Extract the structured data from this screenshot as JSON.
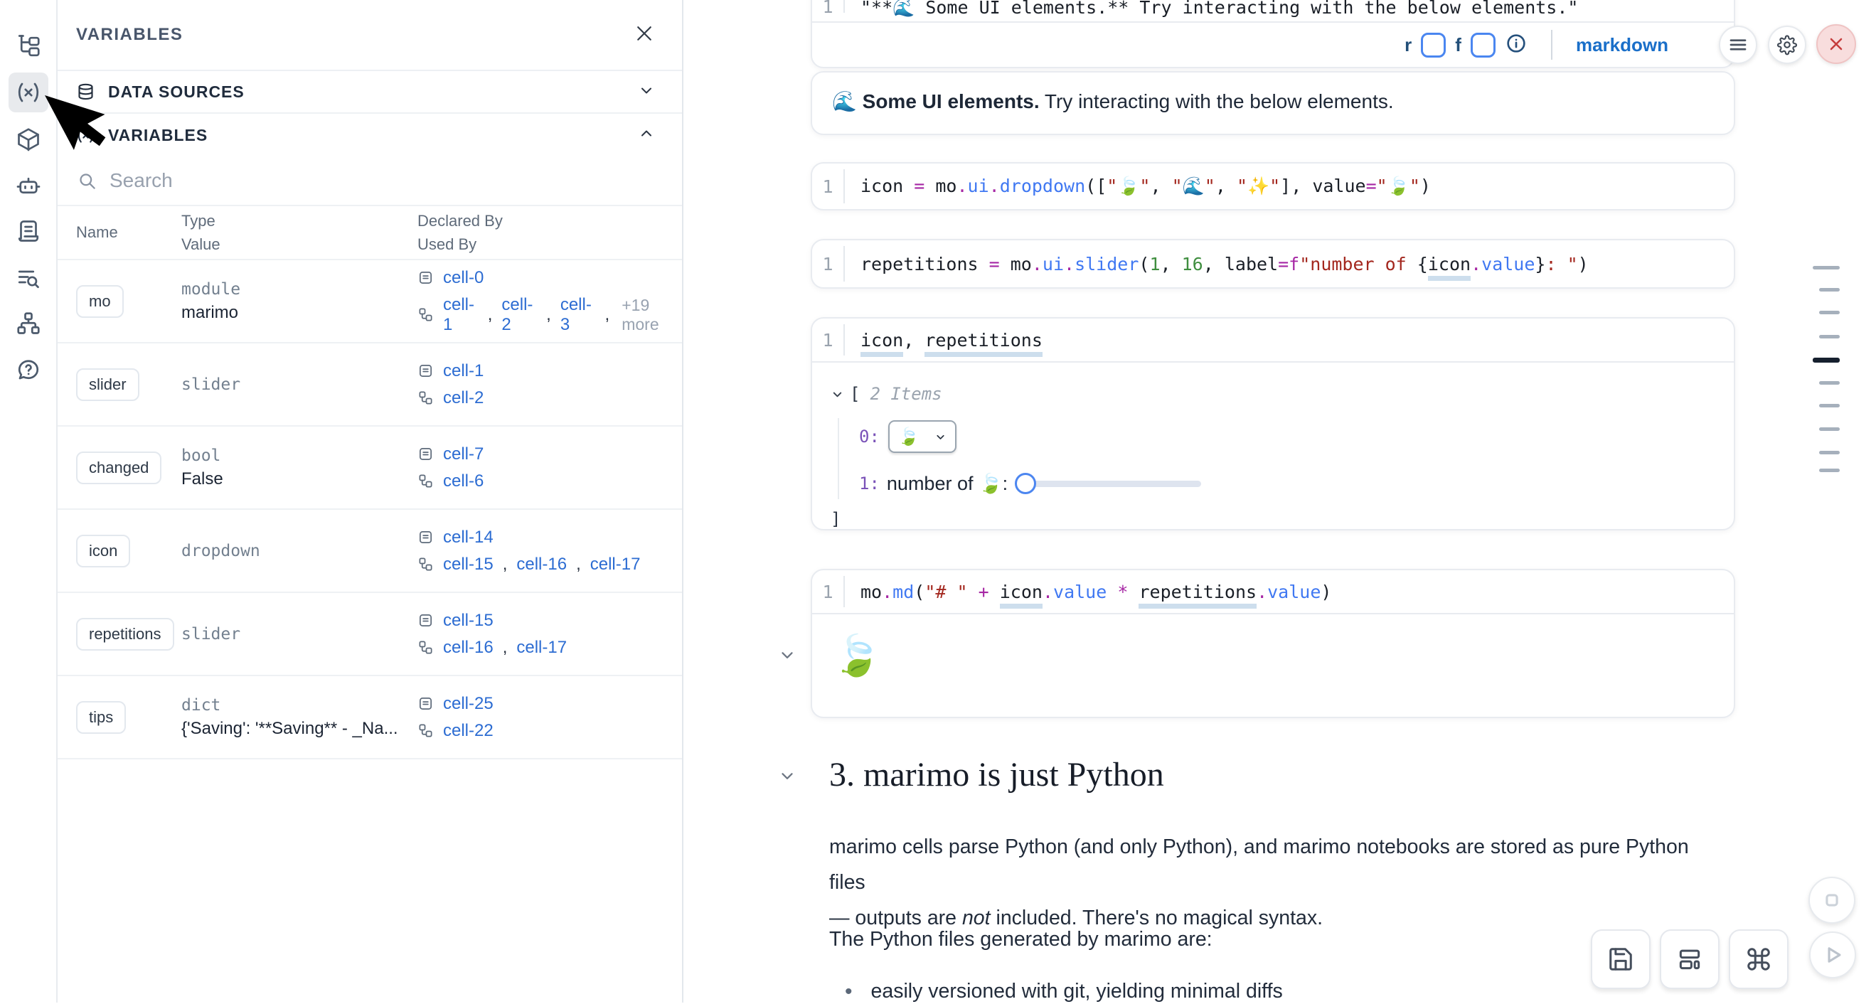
{
  "colors": {
    "accent_blue": "#2c6cd2",
    "code_keyword": "#a626a4",
    "code_function": "#4078f2",
    "code_number": "#3f8e3f",
    "code_string": "#a3271e",
    "underline_highlight": "#cddeed",
    "danger_red": "#c63d3d",
    "minimap_active": "#16202e"
  },
  "rail": {
    "items": [
      "file-tree",
      "variables",
      "package",
      "ai-assistant",
      "logs",
      "outline-search",
      "dependency-graph",
      "help"
    ],
    "active_index": 1
  },
  "panel": {
    "title": "VARIABLES",
    "sections": [
      {
        "label": "DATA SOURCES",
        "icon": "database",
        "state": "collapsed"
      },
      {
        "label": "VARIABLES",
        "icon": "variables-paren",
        "state": "expanded"
      }
    ],
    "search_placeholder": "Search",
    "table": {
      "headers": {
        "name": "Name",
        "type": "Type",
        "value": "Value",
        "declared": "Declared By",
        "used": "Used By"
      },
      "rows": [
        {
          "name": "mo",
          "type": "module",
          "value": "marimo",
          "declared": [
            "cell-0"
          ],
          "used": [
            "cell-1",
            "cell-2",
            "cell-3"
          ],
          "used_more": "+19 more"
        },
        {
          "name": "slider",
          "type": "slider",
          "value": "",
          "declared": [
            "cell-1"
          ],
          "used": [
            "cell-2"
          ],
          "used_more": ""
        },
        {
          "name": "changed",
          "type": "bool",
          "value": "False",
          "declared": [
            "cell-7"
          ],
          "used": [
            "cell-6"
          ],
          "used_more": ""
        },
        {
          "name": "icon",
          "type": "dropdown",
          "value": "",
          "declared": [
            "cell-14"
          ],
          "used": [
            "cell-15",
            "cell-16",
            "cell-17"
          ],
          "used_more": ""
        },
        {
          "name": "repetitions",
          "type": "slider",
          "value": "",
          "declared": [
            "cell-15"
          ],
          "used": [
            "cell-16",
            "cell-17"
          ],
          "used_more": ""
        },
        {
          "name": "tips",
          "type": "dict",
          "value": "{'Saving': '**Saving** - _Na...",
          "declared": [
            "cell-25"
          ],
          "used": [
            "cell-22"
          ],
          "used_more": ""
        }
      ]
    }
  },
  "toolbar": {
    "menu_icon": "hamburger",
    "settings_icon": "gear",
    "shutdown_icon": "close-x"
  },
  "notebook": {
    "partial_cell": {
      "line_no": "1",
      "tokens": [
        {
          "t": "\"**🌊 Some UI elements.** Try interacting with the below elements.\"",
          "c": "p"
        }
      ]
    },
    "footer": {
      "r": "r",
      "f": "f",
      "language": "markdown"
    },
    "md1": {
      "bold": "🌊 Some UI elements.",
      "rest": " Try interacting with the below elements."
    },
    "code_dropdown": {
      "line_no": "1",
      "tokens": [
        {
          "t": "icon ",
          "c": "p"
        },
        {
          "t": "=",
          "c": "k"
        },
        {
          "t": " mo",
          "c": "p"
        },
        {
          "t": ".",
          "c": "k"
        },
        {
          "t": "ui",
          "c": "f"
        },
        {
          "t": ".",
          "c": "k"
        },
        {
          "t": "dropdown",
          "c": "f"
        },
        {
          "t": "([",
          "c": "p"
        },
        {
          "t": "\"🍃\"",
          "c": "s"
        },
        {
          "t": ", ",
          "c": "p"
        },
        {
          "t": "\"🌊\"",
          "c": "s"
        },
        {
          "t": ", ",
          "c": "p"
        },
        {
          "t": "\"✨\"",
          "c": "s"
        },
        {
          "t": "], value",
          "c": "p"
        },
        {
          "t": "=",
          "c": "k"
        },
        {
          "t": "\"🍃\"",
          "c": "s"
        },
        {
          "t": ")",
          "c": "p"
        }
      ]
    },
    "code_slider": {
      "line_no": "1",
      "tokens": [
        {
          "t": "repetitions ",
          "c": "p"
        },
        {
          "t": "=",
          "c": "k"
        },
        {
          "t": " mo",
          "c": "p"
        },
        {
          "t": ".",
          "c": "k"
        },
        {
          "t": "ui",
          "c": "f"
        },
        {
          "t": ".",
          "c": "k"
        },
        {
          "t": "slider",
          "c": "f"
        },
        {
          "t": "(",
          "c": "p"
        },
        {
          "t": "1",
          "c": "n"
        },
        {
          "t": ", ",
          "c": "p"
        },
        {
          "t": "16",
          "c": "n"
        },
        {
          "t": ", label",
          "c": "p"
        },
        {
          "t": "=",
          "c": "k"
        },
        {
          "t": "f",
          "c": "k"
        },
        {
          "t": "\"number of ",
          "c": "s"
        },
        {
          "t": "{",
          "c": "p"
        },
        {
          "t": "icon",
          "c": "u"
        },
        {
          "t": ".",
          "c": "k"
        },
        {
          "t": "value",
          "c": "f"
        },
        {
          "t": "}",
          "c": "p"
        },
        {
          "t": ": \"",
          "c": "s"
        },
        {
          "t": ")",
          "c": "p"
        }
      ]
    },
    "code_combo": {
      "line_no": "1",
      "tokens": [
        {
          "t": "icon",
          "c": "u"
        },
        {
          "t": ", ",
          "c": "p"
        },
        {
          "t": "repetitions",
          "c": "u"
        }
      ]
    },
    "tree_output": {
      "bracket_open": "[",
      "items_label": "2 Items",
      "index0": "0:",
      "value0": "🍃",
      "index1": "1:",
      "label1": "number of 🍃:",
      "bracket_close": "]"
    },
    "code_md": {
      "line_no": "1",
      "tokens": [
        {
          "t": "mo",
          "c": "p"
        },
        {
          "t": ".",
          "c": "k"
        },
        {
          "t": "md",
          "c": "f"
        },
        {
          "t": "(",
          "c": "p"
        },
        {
          "t": "\"# \"",
          "c": "s"
        },
        {
          "t": " ",
          "c": "p"
        },
        {
          "t": "+",
          "c": "k"
        },
        {
          "t": " ",
          "c": "p"
        },
        {
          "t": "icon",
          "c": "u"
        },
        {
          "t": ".",
          "c": "k"
        },
        {
          "t": "value",
          "c": "f"
        },
        {
          "t": " ",
          "c": "p"
        },
        {
          "t": "*",
          "c": "k"
        },
        {
          "t": " ",
          "c": "p"
        },
        {
          "t": "repetitions",
          "c": "u"
        },
        {
          "t": ".",
          "c": "k"
        },
        {
          "t": "value",
          "c": "f"
        },
        {
          "t": ")",
          "c": "p"
        }
      ]
    },
    "leaf_output": "🍃",
    "section": {
      "heading": "3. marimo is just Python",
      "para1_line1": "marimo cells parse Python (and only Python), and marimo notebooks are stored as pure Python files",
      "para1_line2_pre": "— outputs are ",
      "para1_line2_em": "not",
      "para1_line2_post": " included. There's no magical syntax.",
      "para2": "The Python files generated by marimo are:",
      "bullet1": "easily versioned with git, yielding minimal diffs"
    }
  },
  "minimap": {
    "items": [
      {
        "long": true,
        "active": false
      },
      {
        "long": false,
        "active": false
      },
      {
        "long": false,
        "active": false
      },
      {
        "long": false,
        "active": false
      },
      {
        "long": true,
        "active": true
      },
      {
        "long": false,
        "active": false
      },
      {
        "long": false,
        "active": false
      },
      {
        "long": false,
        "active": false
      },
      {
        "long": false,
        "active": false
      },
      {
        "long": false,
        "active": false
      }
    ]
  }
}
